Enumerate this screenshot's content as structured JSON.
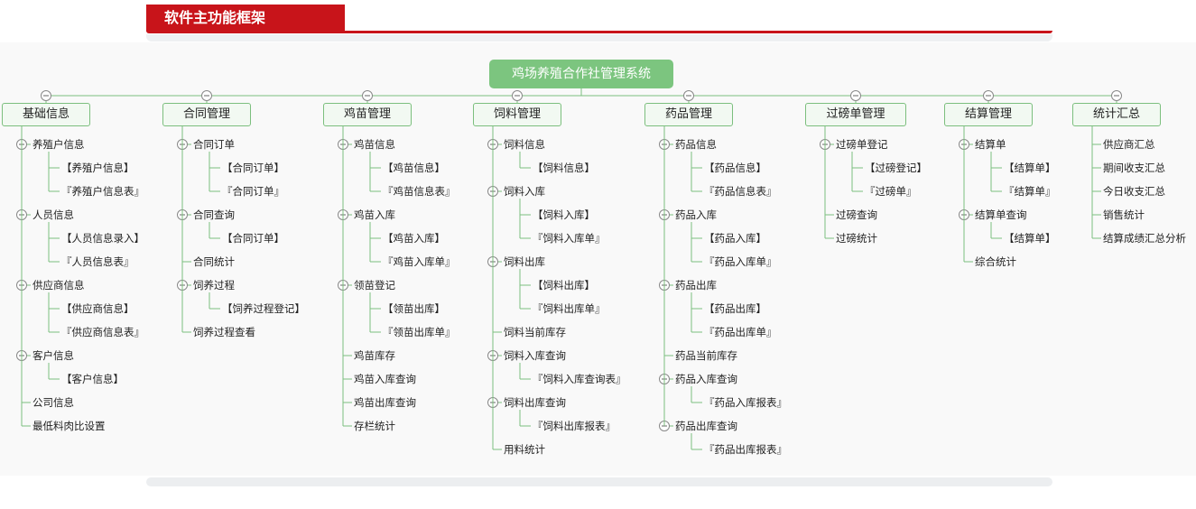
{
  "header": {
    "title": "软件主功能框架"
  },
  "root": {
    "label": "鸡场养殖合作社管理系统"
  },
  "branches": [
    {
      "label": "基础信息",
      "items": [
        {
          "label": "养殖户信息",
          "children": [
            "【养殖户信息】",
            "『养殖户信息表』"
          ]
        },
        {
          "label": "人员信息",
          "children": [
            "【人员信息录入】",
            "『人员信息表』"
          ]
        },
        {
          "label": "供应商信息",
          "children": [
            "【供应商信息】",
            "『供应商信息表』"
          ]
        },
        {
          "label": "客户信息",
          "children": [
            "【客户信息】"
          ]
        },
        {
          "label": "公司信息",
          "children": []
        },
        {
          "label": "最低料肉比设置",
          "children": []
        }
      ]
    },
    {
      "label": "合同管理",
      "items": [
        {
          "label": "合同订单",
          "children": [
            "【合同订单】",
            "『合同订单』"
          ]
        },
        {
          "label": "合同查询",
          "children": [
            "【合同订单】"
          ]
        },
        {
          "label": "合同统计",
          "children": []
        },
        {
          "label": "饲养过程",
          "children": [
            "【饲养过程登记】"
          ]
        },
        {
          "label": "饲养过程查看",
          "children": []
        }
      ]
    },
    {
      "label": "鸡苗管理",
      "items": [
        {
          "label": "鸡苗信息",
          "children": [
            "【鸡苗信息】",
            "『鸡苗信息表』"
          ]
        },
        {
          "label": "鸡苗入库",
          "children": [
            "【鸡苗入库】",
            "『鸡苗入库单』"
          ]
        },
        {
          "label": "领苗登记",
          "children": [
            "【领苗出库】",
            "『领苗出库单』"
          ]
        },
        {
          "label": "鸡苗库存",
          "children": []
        },
        {
          "label": "鸡苗入库查询",
          "children": []
        },
        {
          "label": "鸡苗出库查询",
          "children": []
        },
        {
          "label": "存栏统计",
          "children": []
        }
      ]
    },
    {
      "label": "饲料管理",
      "items": [
        {
          "label": "饲料信息",
          "children": [
            "【饲料信息】"
          ]
        },
        {
          "label": "饲料入库",
          "children": [
            "【饲料入库】",
            "『饲料入库单』"
          ]
        },
        {
          "label": "饲料出库",
          "children": [
            "【饲料出库】",
            "『饲料出库单』"
          ]
        },
        {
          "label": "饲料当前库存",
          "children": []
        },
        {
          "label": "饲料入库查询",
          "children": [
            "『饲料入库查询表』"
          ]
        },
        {
          "label": "饲料出库查询",
          "children": [
            "『饲料出库报表』"
          ]
        },
        {
          "label": "用料统计",
          "children": []
        }
      ]
    },
    {
      "label": "药品管理",
      "items": [
        {
          "label": "药品信息",
          "children": [
            "【药品信息】",
            "『药品信息表』"
          ]
        },
        {
          "label": "药品入库",
          "children": [
            "【药品入库】",
            "『药品入库单』"
          ]
        },
        {
          "label": "药品出库",
          "children": [
            "【药品出库】",
            "『药品出库单』"
          ]
        },
        {
          "label": "药品当前库存",
          "children": []
        },
        {
          "label": "药品入库查询",
          "children": [
            "『药品入库报表』"
          ]
        },
        {
          "label": "药品出库查询",
          "children": [
            "『药品出库报表』"
          ]
        }
      ]
    },
    {
      "label": "过磅单管理",
      "items": [
        {
          "label": "过磅单登记",
          "children": [
            "【过磅登记】",
            "『过磅单』"
          ]
        },
        {
          "label": "过磅查询",
          "children": []
        },
        {
          "label": "过磅统计",
          "children": []
        }
      ]
    },
    {
      "label": "结算管理",
      "items": [
        {
          "label": "结算单",
          "children": [
            "【结算单】",
            "『结算单』"
          ]
        },
        {
          "label": "结算单查询",
          "children": [
            "【结算单】"
          ]
        },
        {
          "label": "综合统计",
          "children": []
        }
      ]
    },
    {
      "label": "统计汇总",
      "items": [
        {
          "label": "供应商汇总",
          "children": []
        },
        {
          "label": "期间收支汇总",
          "children": []
        },
        {
          "label": "今日收支汇总",
          "children": []
        },
        {
          "label": "销售统计",
          "children": []
        },
        {
          "label": "结算成绩汇总分析",
          "children": []
        }
      ]
    }
  ],
  "colors": {
    "header_red": "#c8141a",
    "root_green": "#7cc57f",
    "line_green": "#7cbf7e"
  }
}
